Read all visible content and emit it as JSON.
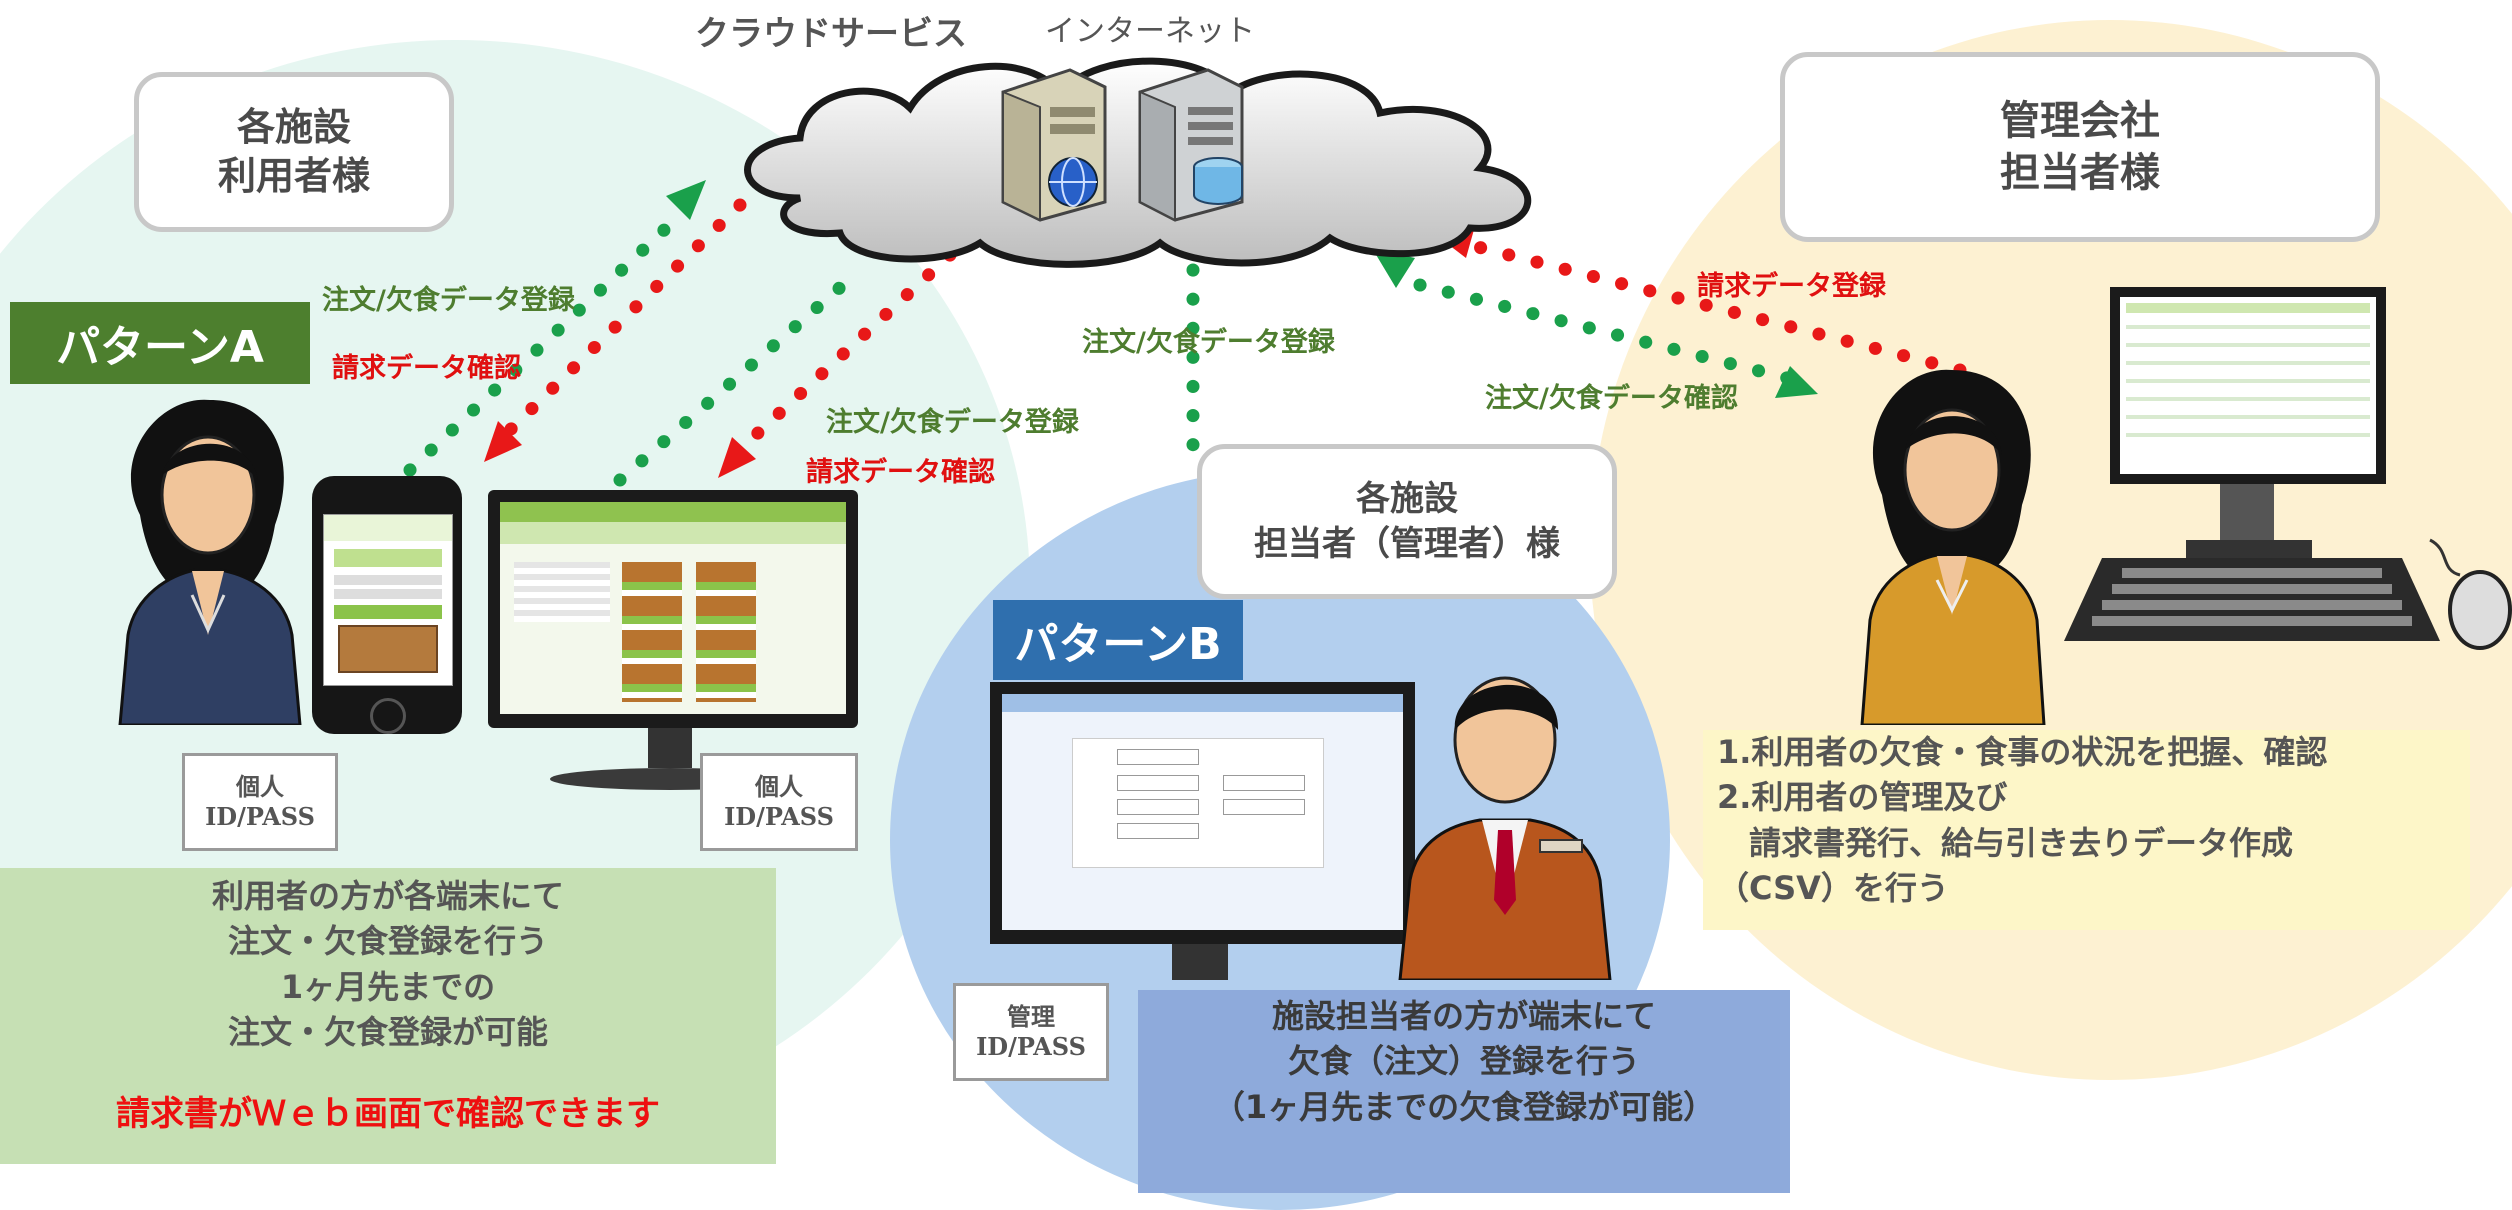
{
  "cloud": {
    "title": "クラウドサービス",
    "subtitle": "インターネット"
  },
  "groups": {
    "users": {
      "line1": "各施設",
      "line2": "利用者様"
    },
    "facility_staff": {
      "line1": "各施設",
      "line2": "担当者（管理者）様"
    },
    "company": {
      "line1": "管理会社",
      "line2": "担当者様"
    }
  },
  "patterns": {
    "a": "パターンA",
    "b": "パターンB"
  },
  "flows": {
    "a_register": "注文/欠食データ登録",
    "a_invoice": "請求データ確認",
    "pc_register": "注文/欠食データ登録",
    "pc_invoice": "請求データ確認",
    "b_register": "注文/欠食データ登録",
    "company_invoice": "請求データ登録",
    "company_check": "注文/欠食データ確認"
  },
  "callouts": {
    "phone": {
      "line1": "個人",
      "line2": "ID/PASS"
    },
    "pc": {
      "line1": "個人",
      "line2": "ID/PASS"
    },
    "admin": {
      "line1": "管理",
      "line2": "ID/PASS"
    }
  },
  "boxes": {
    "users": {
      "lines": [
        "利用者の方が各端末にて",
        "注文・欠食登録を行う",
        "1ヶ月先までの",
        "注文・欠食登録が可能"
      ],
      "highlight": "請求書がＷｅｂ画面で確認できます"
    },
    "facility": {
      "lines": [
        "施設担当者の方が端末にて",
        "欠食（注文）登録を行う",
        "（1ヶ月先までの欠食登録が可能）"
      ]
    },
    "company": {
      "lines": [
        "1.利用者の欠食・食事の状況を把握、確認",
        "2.利用者の管理及び",
        "　請求書発行、給与引き去りデータ作成",
        "（CSV）を行う"
      ]
    }
  },
  "colors": {
    "green_flow": "#1aa04b",
    "red_flow": "#e81818",
    "zone_a": "#e5f6f1",
    "zone_b": "#a9c7ea",
    "zone_company": "#fdf1d2",
    "pattern_a": "#4d7f2e",
    "pattern_b": "#2f6fae",
    "box_users": "#c6e0b4",
    "box_facility": "#8eaadb",
    "box_company": "#fdf6c8"
  },
  "icons": [
    "cloud-icon",
    "web-server-icon",
    "database-server-icon",
    "smartphone-icon",
    "desktop-monitor-icon",
    "person-woman-icon",
    "person-man-icon",
    "keyboard-icon",
    "mouse-icon"
  ]
}
